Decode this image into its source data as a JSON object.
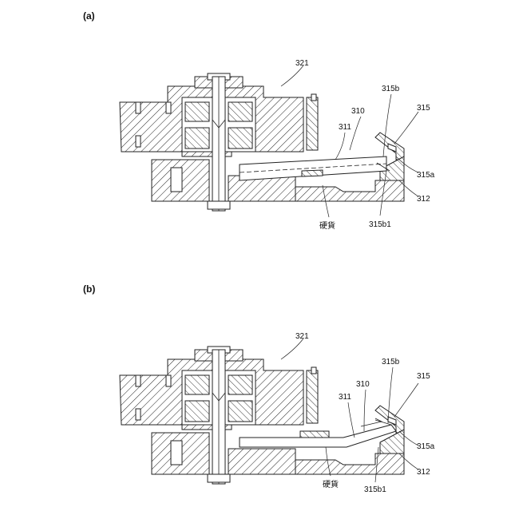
{
  "panels": [
    {
      "id": "a",
      "label": "(a)",
      "callouts": {
        "housing": "321",
        "coin_path": "310",
        "guide": "311",
        "stopper": "315b",
        "stopper_edge": "315b1",
        "gate": "315",
        "gate_lip": "315a",
        "rail": "312",
        "coin": "硬貨"
      }
    },
    {
      "id": "b",
      "label": "(b)",
      "callouts": {
        "housing": "321",
        "coin_path": "310",
        "guide": "311",
        "stopper": "315b",
        "stopper_edge": "315b1",
        "gate": "315",
        "gate_lip": "315a",
        "rail": "312",
        "coin": "硬貨"
      }
    }
  ],
  "colors": {
    "line": "#222222",
    "background": "#ffffff"
  }
}
